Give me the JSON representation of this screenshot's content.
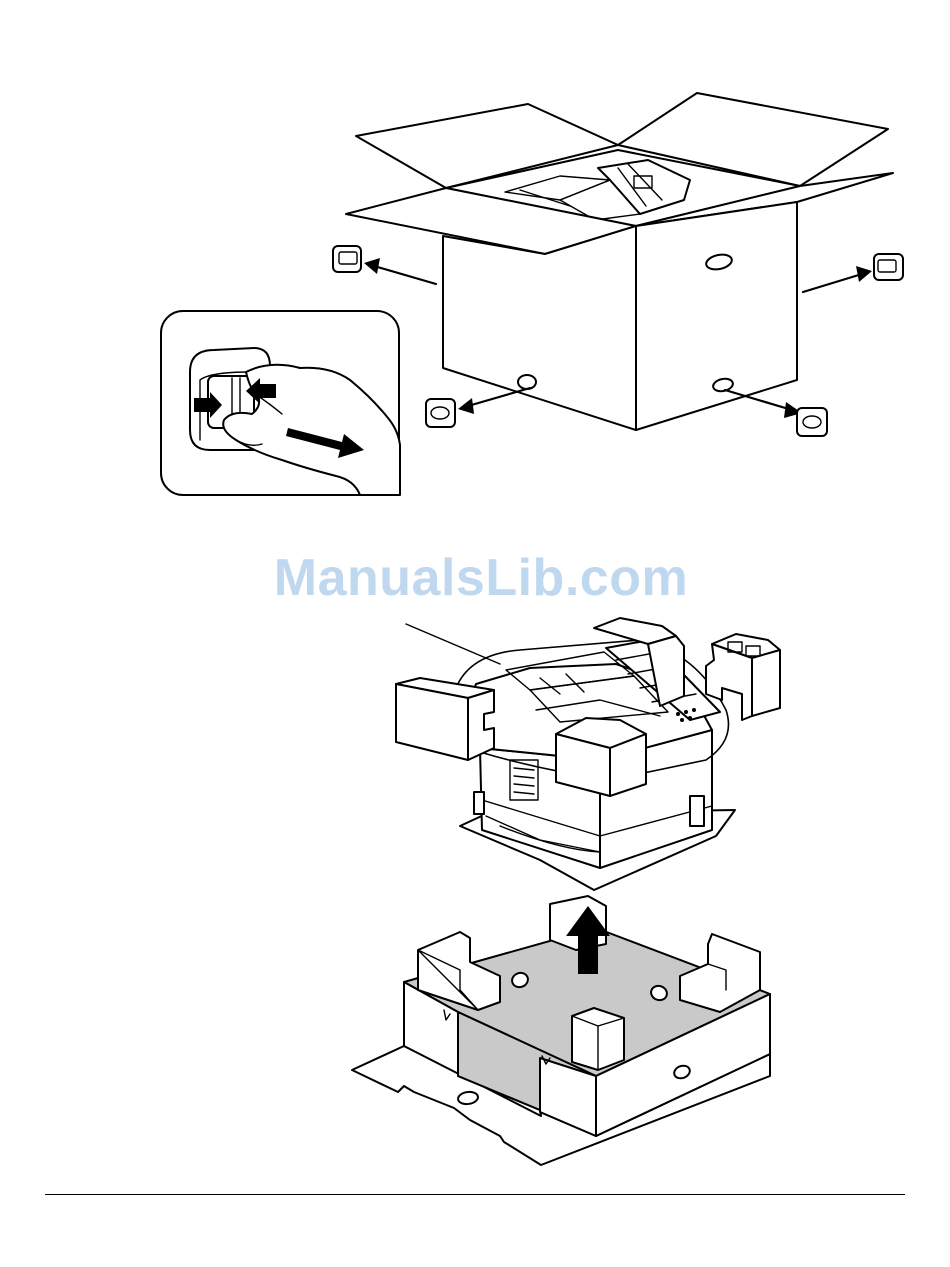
{
  "watermark": {
    "text": "ManualsLib.com",
    "color": "#bfd8ef"
  },
  "figures": [
    {
      "name": "shipping-box-with-locks"
    },
    {
      "name": "lock-release-detail"
    },
    {
      "name": "printer-with-packing"
    },
    {
      "name": "box-base-with-spacers"
    }
  ]
}
